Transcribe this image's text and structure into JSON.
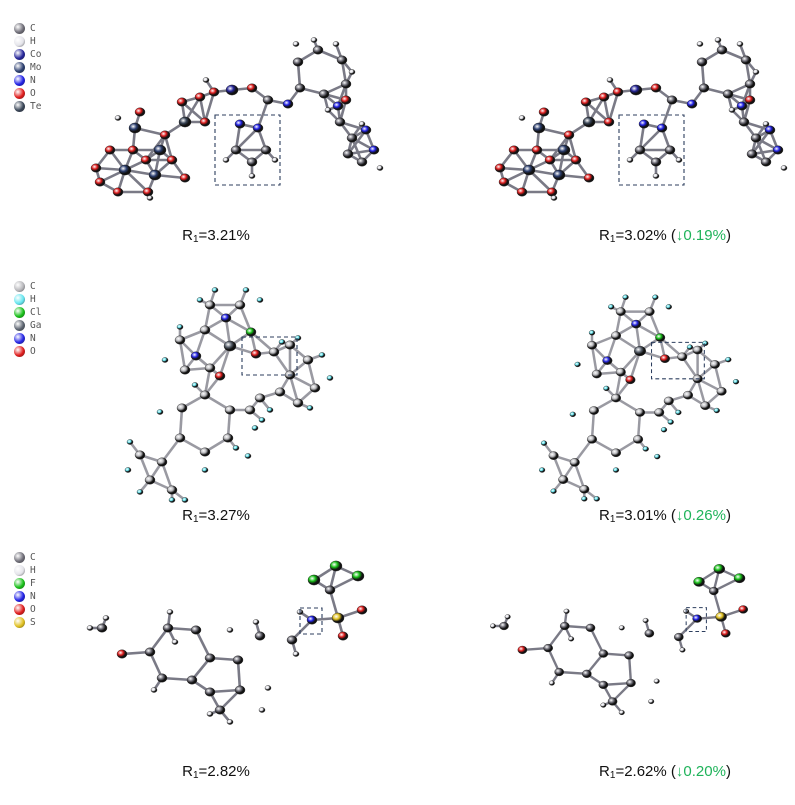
{
  "legends": [
    {
      "items": [
        {
          "symbol": "C",
          "color": "#6f6e78"
        },
        {
          "symbol": "H",
          "color": "#e4e4ea"
        },
        {
          "symbol": "Co",
          "color": "#25259a"
        },
        {
          "symbol": "Mo",
          "color": "#2c3f70"
        },
        {
          "symbol": "N",
          "color": "#2020e6"
        },
        {
          "symbol": "O",
          "color": "#e01c1c"
        },
        {
          "symbol": "Te",
          "color": "#3a4658"
        }
      ]
    },
    {
      "items": [
        {
          "symbol": "C",
          "color": "#b8b8bc"
        },
        {
          "symbol": "H",
          "color": "#66e6f0"
        },
        {
          "symbol": "Cl",
          "color": "#18c018"
        },
        {
          "symbol": "Ga",
          "color": "#5c6470"
        },
        {
          "symbol": "N",
          "color": "#2626e6"
        },
        {
          "symbol": "O",
          "color": "#e01c1c"
        }
      ]
    },
    {
      "items": [
        {
          "symbol": "C",
          "color": "#6f6e78"
        },
        {
          "symbol": "H",
          "color": "#e4e4ea"
        },
        {
          "symbol": "F",
          "color": "#18c018"
        },
        {
          "symbol": "N",
          "color": "#2020e6"
        },
        {
          "symbol": "O",
          "color": "#e01c1c"
        },
        {
          "symbol": "S",
          "color": "#e0c020"
        }
      ]
    }
  ],
  "results": [
    {
      "left": {
        "prefix": "R",
        "sub": "1",
        "value": "=3.21%"
      },
      "right": {
        "prefix": "R",
        "sub": "1",
        "value": "=3.02% (",
        "delta": "↓0.19%",
        "close": ")"
      }
    },
    {
      "left": {
        "prefix": "R",
        "sub": "1",
        "value": "=3.27%"
      },
      "right": {
        "prefix": "R",
        "sub": "1",
        "value": "=3.01% (",
        "delta": "↓0.26%",
        "close": ")"
      }
    },
    {
      "left": {
        "prefix": "R",
        "sub": "1",
        "value": "=2.82%"
      },
      "right": {
        "prefix": "R",
        "sub": "1",
        "value": "=2.62% (",
        "delta": "↓0.20%",
        "close": ")"
      }
    }
  ],
  "colors": {
    "delta": "#1fb35a",
    "highlight_box": "#2c3e5e"
  }
}
